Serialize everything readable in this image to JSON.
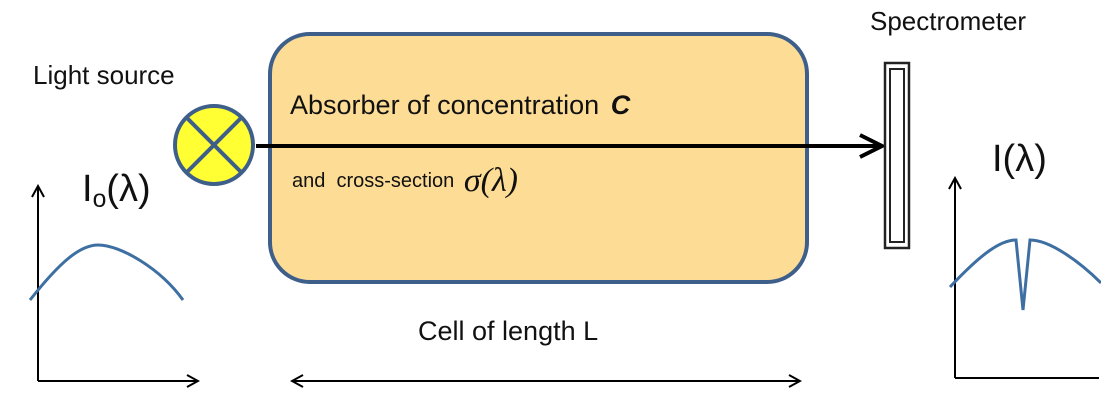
{
  "labels": {
    "light_source": "Light source",
    "spectrometer": "Spectrometer",
    "absorber_line1_prefix": "Absorber of concentration",
    "absorber_line1_var": "C",
    "absorber_line2_prefix": "and  cross-section",
    "absorber_line2_var": "σ(λ)",
    "incident_intensity_base": "I",
    "incident_intensity_sub": "o",
    "incident_intensity_arg": "(λ)",
    "transmitted_intensity": "I(λ)",
    "cell_length": "Cell of length L"
  },
  "colors": {
    "cell_fill": "#fddc95",
    "cell_stroke": "#3e5f8a",
    "lamp_fill": "#ffff33",
    "lamp_stroke": "#3e5f8a",
    "curve": "#3e6fa3",
    "ink": "#000000"
  },
  "icons": {
    "lamp": "circled-x-lamp-icon",
    "spectrometer": "slit-rectangle-icon"
  }
}
